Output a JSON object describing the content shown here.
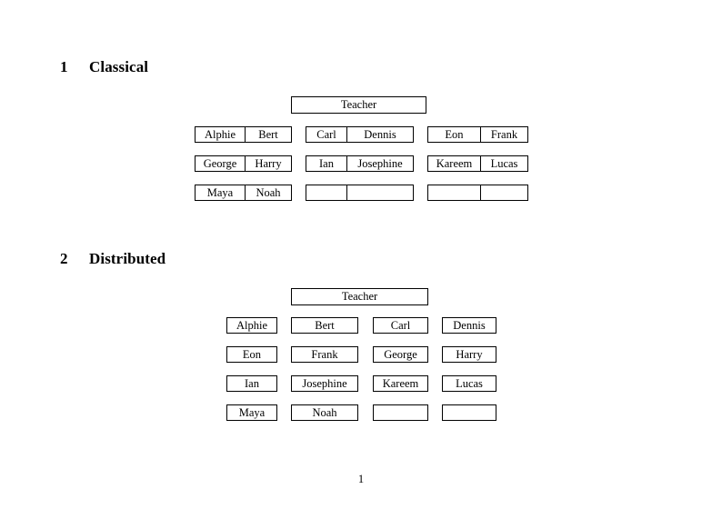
{
  "document": {
    "page_number": "1"
  },
  "sections": [
    {
      "number": "1",
      "title": "Classical",
      "root": {
        "label": "Teacher"
      },
      "groups": [
        {
          "name": "group-left",
          "rows": [
            {
              "cells": [
                "Alphie",
                "Bert"
              ]
            },
            {
              "cells": [
                "George",
                "Harry"
              ]
            },
            {
              "cells": [
                "Maya",
                "Noah"
              ]
            }
          ]
        },
        {
          "name": "group-middle",
          "rows": [
            {
              "cells": [
                "Carl",
                "Dennis"
              ]
            },
            {
              "cells": [
                "Ian",
                "Josephine"
              ]
            },
            {
              "cells": [
                "",
                ""
              ]
            }
          ]
        },
        {
          "name": "group-right",
          "rows": [
            {
              "cells": [
                "Eon",
                "Frank"
              ]
            },
            {
              "cells": [
                "Kareem",
                "Lucas"
              ]
            },
            {
              "cells": [
                "",
                ""
              ]
            }
          ]
        }
      ]
    },
    {
      "number": "2",
      "title": "Distributed",
      "root": {
        "label": "Teacher"
      },
      "rows": [
        {
          "cells": [
            "Alphie",
            "Bert",
            "Carl",
            "Dennis"
          ]
        },
        {
          "cells": [
            "Eon",
            "Frank",
            "George",
            "Harry"
          ]
        },
        {
          "cells": [
            "Ian",
            "Josephine",
            "Kareem",
            "Lucas"
          ]
        },
        {
          "cells": [
            "Maya",
            "Noah",
            "",
            ""
          ]
        }
      ]
    }
  ]
}
